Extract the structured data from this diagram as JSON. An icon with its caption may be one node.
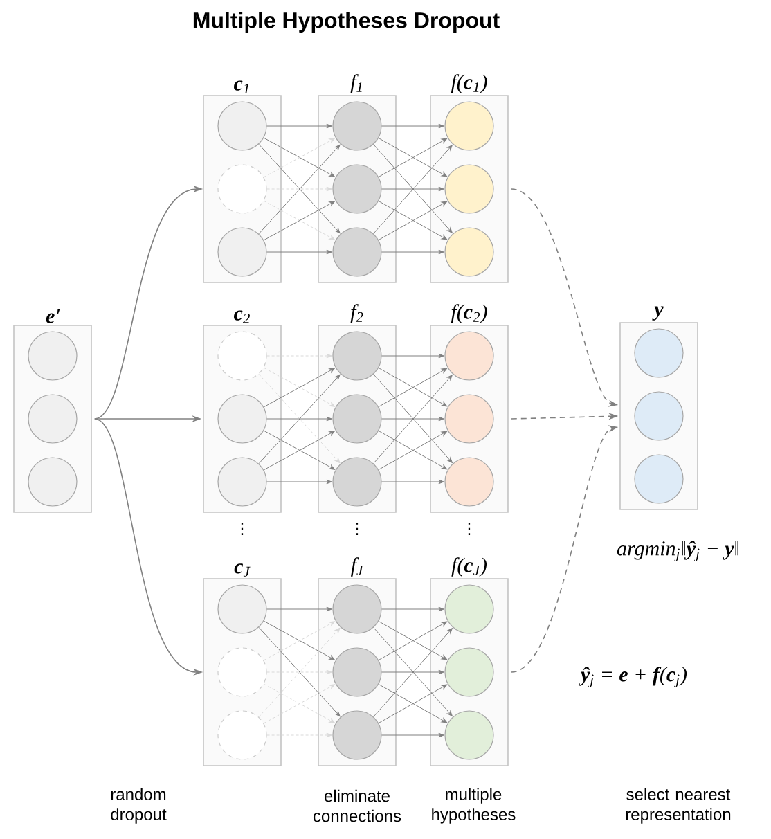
{
  "diagram": {
    "title": "Multiple Hypotheses Dropout",
    "nodes": [
      {
        "text": [
          "**e**′"
        ]
      },
      {
        "text": [],
        "shape": "circle",
        "in": 0
      },
      {
        "text": [],
        "shape": "circle",
        "in": 0
      },
      {
        "text": [],
        "shape": "circle",
        "in": 0
      },
      {
        "text": [
          "**c**$_{1}$"
        ]
      },
      {
        "text": [],
        "shape": "circle",
        "in": 4
      },
      {
        "text": [],
        "shape": "circle",
        "in": 4
      },
      {
        "text": [],
        "shape": "circle",
        "in": 4
      },
      {
        "text": [
          "f$_{1}$"
        ]
      },
      {
        "text": [],
        "shape": "circle",
        "in": 8
      },
      {
        "text": [],
        "shape": "circle",
        "in": 8
      },
      {
        "text": [],
        "shape": "circle",
        "in": 8
      },
      {
        "text": [
          "f(**c**$_{1}$)"
        ]
      },
      {
        "text": [],
        "shape": "circle",
        "in": 12
      },
      {
        "text": [],
        "shape": "circle",
        "in": 12
      },
      {
        "text": [],
        "shape": "circle",
        "in": 12
      },
      {
        "text": [
          "**c**$_{2}$"
        ]
      },
      {
        "text": [],
        "shape": "circle",
        "in": 16
      },
      {
        "text": [],
        "shape": "circle",
        "in": 16
      },
      {
        "text": [],
        "shape": "circle",
        "in": 16
      },
      {
        "text": [
          "f$_{2}$"
        ]
      },
      {
        "text": [],
        "shape": "circle",
        "in": 20
      },
      {
        "text": [],
        "shape": "circle",
        "in": 20
      },
      {
        "text": [],
        "shape": "circle",
        "in": 20
      },
      {
        "text": [
          "f(**c**$_{2}$)"
        ]
      },
      {
        "text": [],
        "shape": "circle",
        "in": 24
      },
      {
        "text": [],
        "shape": "circle",
        "in": 24
      },
      {
        "text": [],
        "shape": "circle",
        "in": 24
      },
      {
        "text": [
          "**c**$_{J}$"
        ]
      },
      {
        "text": [],
        "shape": "circle",
        "in": 28
      },
      {
        "text": [],
        "shape": "circle",
        "in": 28
      },
      {
        "text": [],
        "shape": "circle",
        "in": 28
      },
      {
        "text": [
          "f$_{J}$"
        ]
      },
      {
        "text": [],
        "shape": "circle",
        "in": 32
      },
      {
        "text": [],
        "shape": "circle",
        "in": 32
      },
      {
        "text": [],
        "shape": "circle",
        "in": 32
      },
      {
        "text": [
          "f(**c**$_{J}$)"
        ]
      },
      {
        "text": [],
        "shape": "circle",
        "in": 36
      },
      {
        "text": [],
        "shape": "circle",
        "in": 36
      },
      {
        "text": [],
        "shape": "circle",
        "in": 36
      },
      {
        "text": [
          "**y**"
        ]
      },
      {
        "text": [],
        "shape": "circle",
        "in": 40
      },
      {
        "text": [],
        "shape": "circle",
        "in": 40
      },
      {
        "text": [],
        "shape": "circle",
        "in": 40
      }
    ],
    "edges": [
      {
        "from": 0,
        "to": 4,
        "arrow": "to"
      },
      {
        "from": 0,
        "to": 16,
        "arrow": "to"
      },
      {
        "from": 0,
        "to": 28,
        "arrow": "to"
      },
      {
        "from": 12,
        "to": 40,
        "arrow": "to",
        "style": "dashed"
      },
      {
        "from": 24,
        "to": 40,
        "arrow": "to",
        "style": "dashed"
      },
      {
        "from": 36,
        "to": 40,
        "arrow": "to",
        "style": "dashed"
      },
      {
        "from": 5,
        "to": 9,
        "arrow": "to"
      },
      {
        "from": 5,
        "to": 10,
        "arrow": "to"
      },
      {
        "from": 5,
        "to": 11,
        "arrow": "to"
      },
      {
        "from": 6,
        "to": 9,
        "arrow": "to",
        "style": "dashed",
        "color": "#d9d9d9"
      },
      {
        "from": 6,
        "to": 10,
        "arrow": "to",
        "style": "dashed",
        "color": "#d9d9d9"
      },
      {
        "from": 6,
        "to": 11,
        "arrow": "to",
        "style": "dashed",
        "color": "#d9d9d9"
      },
      {
        "from": 7,
        "to": 9,
        "arrow": "to"
      },
      {
        "from": 7,
        "to": 10,
        "arrow": "to"
      },
      {
        "from": 7,
        "to": 11,
        "arrow": "to"
      },
      {
        "from": 9,
        "to": 13,
        "arrow": "to"
      },
      {
        "from": 9,
        "to": 14,
        "arrow": "to"
      },
      {
        "from": 9,
        "to": 15,
        "arrow": "to"
      },
      {
        "from": 10,
        "to": 13,
        "arrow": "to"
      },
      {
        "from": 10,
        "to": 14,
        "arrow": "to"
      },
      {
        "from": 10,
        "to": 15,
        "arrow": "to"
      },
      {
        "from": 11,
        "to": 13,
        "arrow": "to"
      },
      {
        "from": 11,
        "to": 14,
        "arrow": "to"
      },
      {
        "from": 11,
        "to": 15,
        "arrow": "to"
      },
      {
        "from": 17,
        "to": 21,
        "arrow": "to",
        "style": "dashed",
        "color": "#d9d9d9"
      },
      {
        "from": 17,
        "to": 22,
        "arrow": "to",
        "style": "dashed",
        "color": "#d9d9d9"
      },
      {
        "from": 17,
        "to": 23,
        "arrow": "to",
        "style": "dashed",
        "color": "#d9d9d9"
      },
      {
        "from": 18,
        "to": 21,
        "arrow": "to"
      },
      {
        "from": 18,
        "to": 22,
        "arrow": "to"
      },
      {
        "from": 18,
        "to": 23,
        "arrow": "to"
      },
      {
        "from": 19,
        "to": 21,
        "arrow": "to"
      },
      {
        "from": 19,
        "to": 22,
        "arrow": "to"
      },
      {
        "from": 19,
        "to": 23,
        "arrow": "to"
      },
      {
        "from": 21,
        "to": 25,
        "arrow": "to"
      },
      {
        "from": 21,
        "to": 26,
        "arrow": "to"
      },
      {
        "from": 21,
        "to": 27,
        "arrow": "to"
      },
      {
        "from": 22,
        "to": 25,
        "arrow": "to"
      },
      {
        "from": 22,
        "to": 26,
        "arrow": "to"
      },
      {
        "from": 22,
        "to": 27,
        "arrow": "to"
      },
      {
        "from": 23,
        "to": 25,
        "arrow": "to"
      },
      {
        "from": 23,
        "to": 26,
        "arrow": "to"
      },
      {
        "from": 23,
        "to": 27,
        "arrow": "to"
      },
      {
        "from": 29,
        "to": 33,
        "arrow": "to"
      },
      {
        "from": 29,
        "to": 34,
        "arrow": "to"
      },
      {
        "from": 29,
        "to": 35,
        "arrow": "to"
      },
      {
        "from": 30,
        "to": 33,
        "arrow": "to",
        "style": "dashed",
        "color": "#d9d9d9"
      },
      {
        "from": 30,
        "to": 34,
        "arrow": "to",
        "style": "dashed",
        "color": "#d9d9d9"
      },
      {
        "from": 30,
        "to": 35,
        "arrow": "to",
        "style": "dashed",
        "color": "#d9d9d9"
      },
      {
        "from": 31,
        "to": 33,
        "arrow": "to",
        "style": "dashed",
        "color": "#d9d9d9"
      },
      {
        "from": 31,
        "to": 34,
        "arrow": "to",
        "style": "dashed",
        "color": "#d9d9d9"
      },
      {
        "from": 31,
        "to": 35,
        "arrow": "to",
        "style": "dashed",
        "color": "#d9d9d9"
      },
      {
        "from": 33,
        "to": 37,
        "arrow": "to"
      },
      {
        "from": 33,
        "to": 38,
        "arrow": "to"
      },
      {
        "from": 33,
        "to": 39,
        "arrow": "to"
      },
      {
        "from": 34,
        "to": 37,
        "arrow": "to"
      },
      {
        "from": 34,
        "to": 38,
        "arrow": "to"
      },
      {
        "from": 34,
        "to": 39,
        "arrow": "to"
      },
      {
        "from": 35,
        "to": 37,
        "arrow": "to"
      },
      {
        "from": 35,
        "to": 38,
        "arrow": "to"
      },
      {
        "from": 35,
        "to": 39,
        "arrow": "to"
      }
    ],
    "labels": [
      "⋮",
      "⋮",
      "⋮",
      "argmin$_{j}$‖**ŷ**$_{j}$ − **y**‖",
      "**ŷ**$_{j}$ = **e** + **f**(**c**$_{j}$)",
      "random dropout",
      "eliminate connections",
      "multiple hypotheses",
      "select nearest representation"
    ]
  }
}
